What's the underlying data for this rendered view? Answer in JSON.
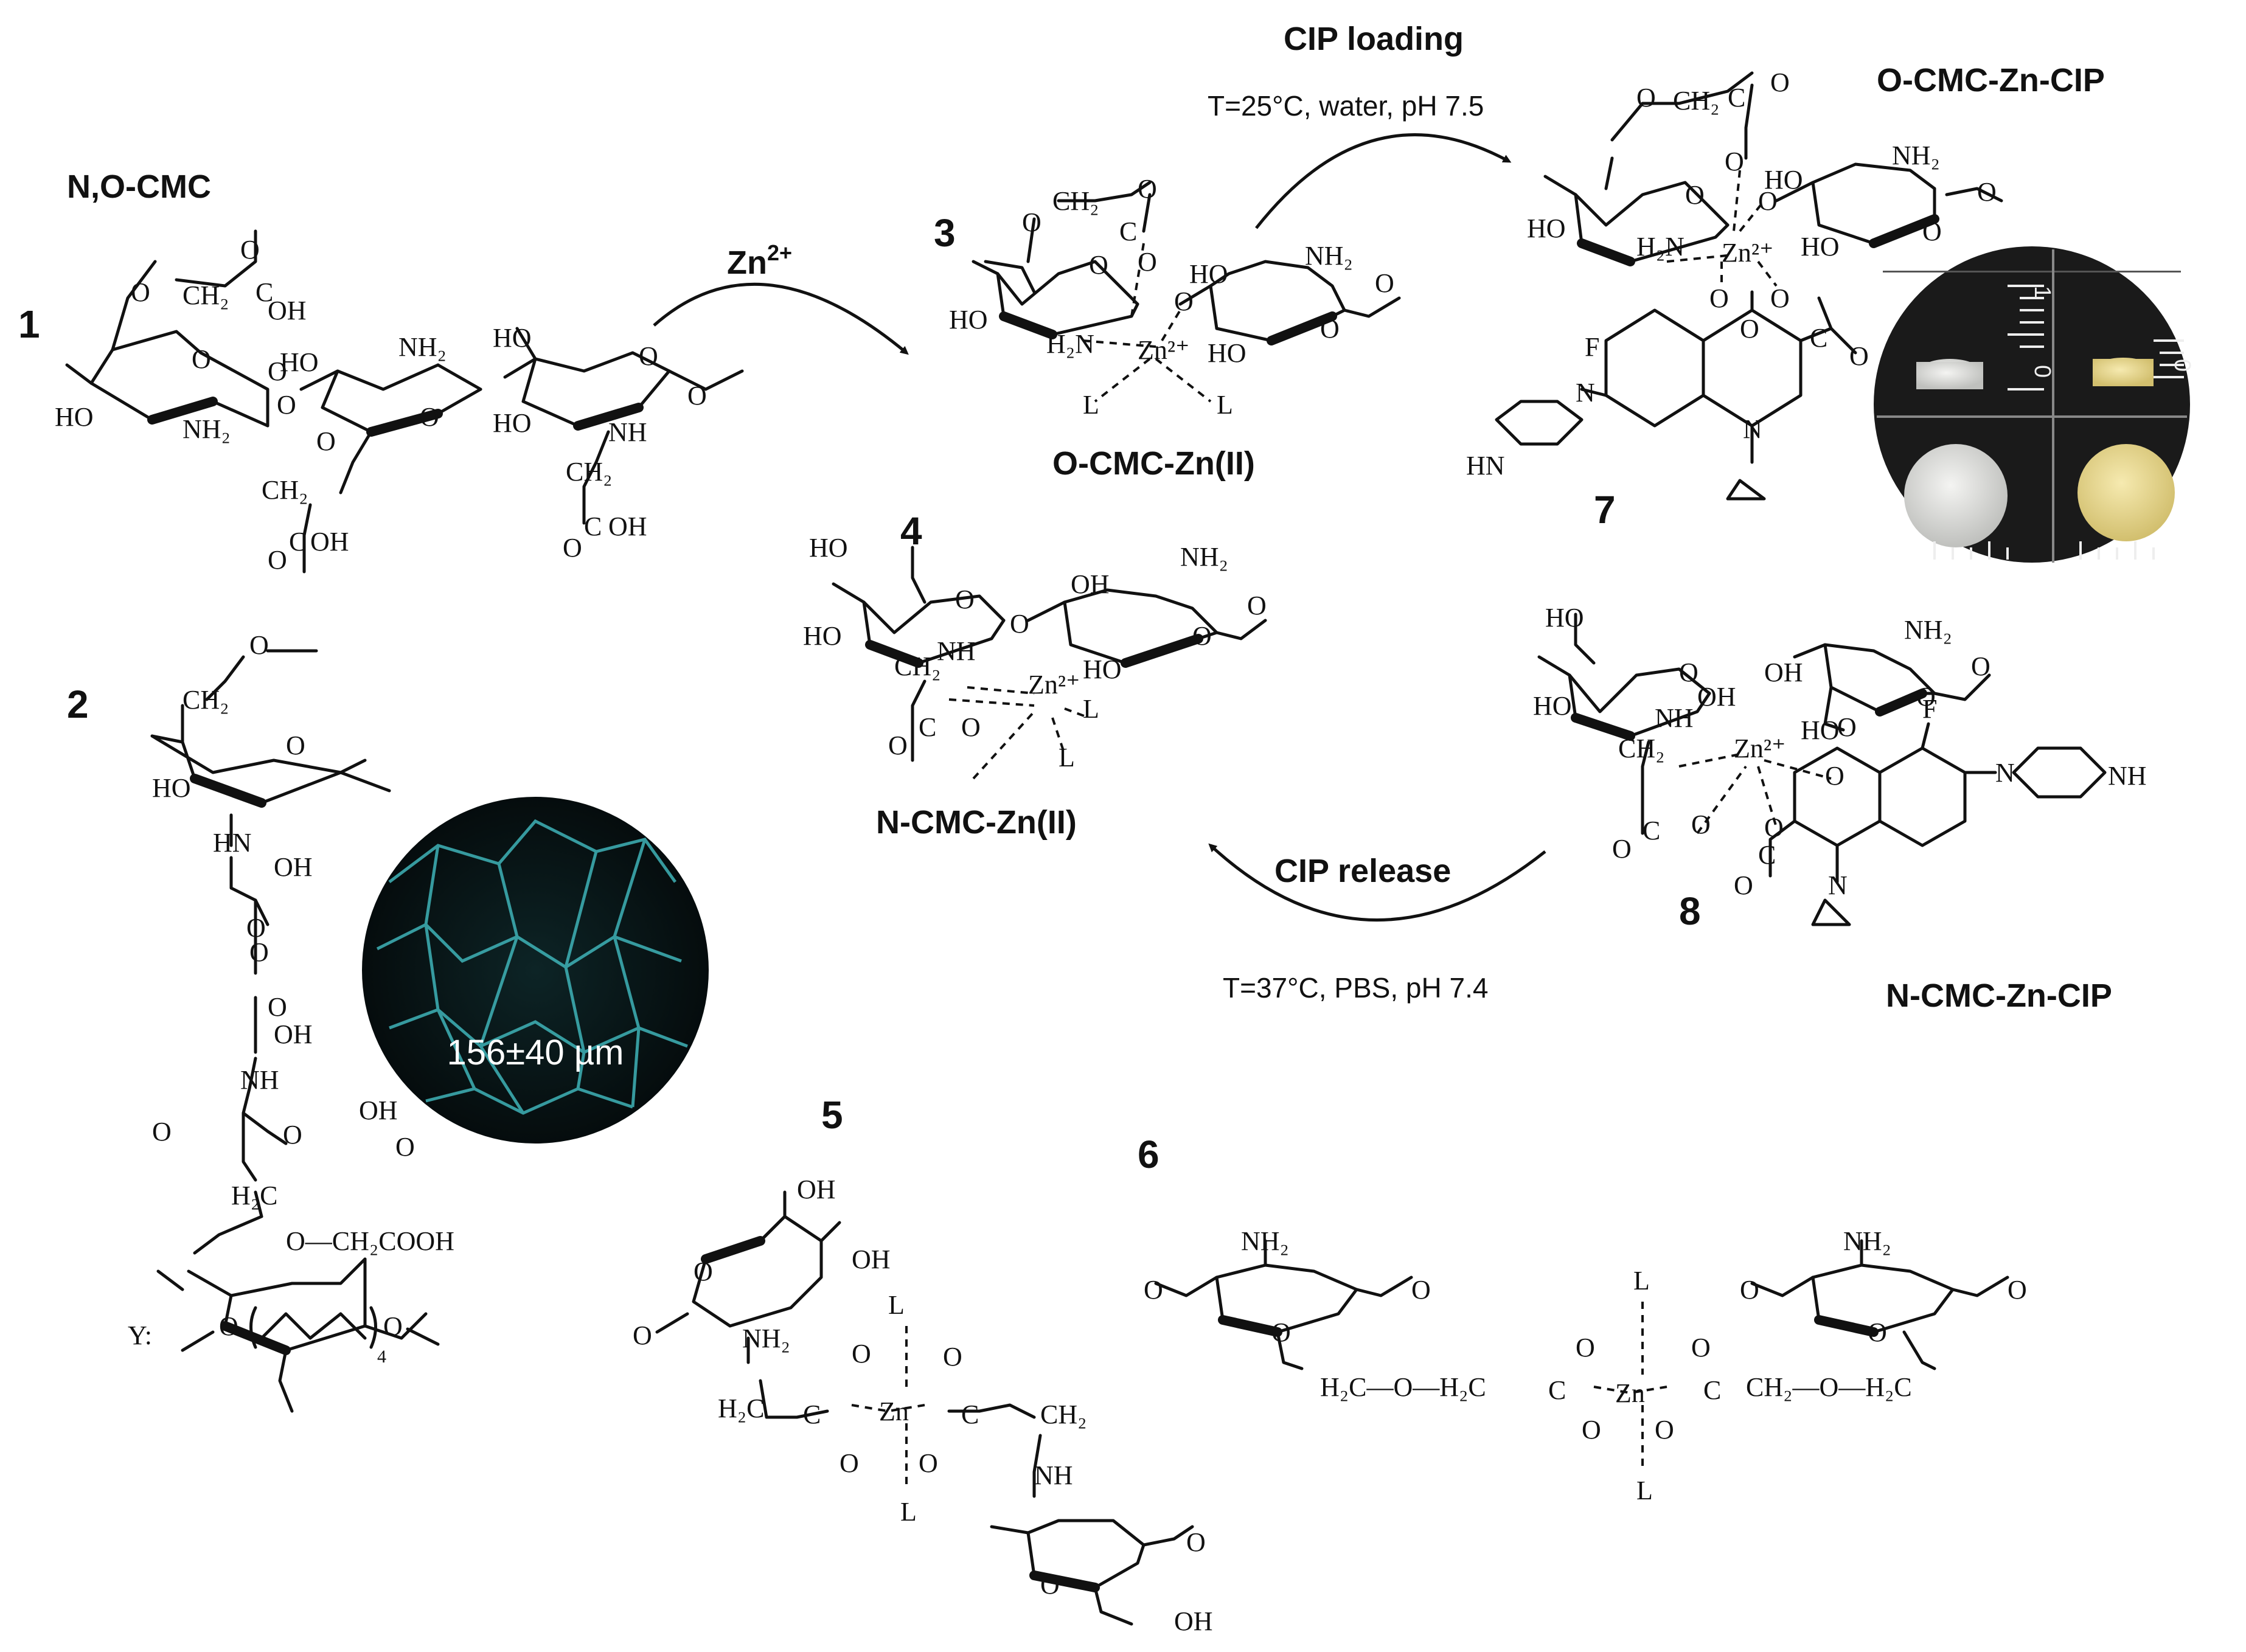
{
  "compounds": {
    "c1": {
      "number": "1",
      "name": "N,O-CMC"
    },
    "c2": {
      "number": "2",
      "y_label": "Y:",
      "y_subscript": "4"
    },
    "c3": {
      "number": "3",
      "name": "O-CMC-Zn(II)"
    },
    "c4": {
      "number": "4",
      "name": "N-CMC-Zn(II)"
    },
    "c5": {
      "number": "5"
    },
    "c6": {
      "number": "6"
    },
    "c7": {
      "number": "7",
      "name": "O-CMC-Zn-CIP"
    },
    "c8": {
      "number": "8",
      "name": "N-CMC-Zn-CIP"
    }
  },
  "arrows": {
    "zn": {
      "label": "Zn",
      "superscript": "2+"
    },
    "loading": {
      "label": "CIP loading",
      "conditions": "T=25°C, water, pH 7.5"
    },
    "release": {
      "label": "CIP release",
      "conditions": "T=37°C, PBS, pH 7.4"
    }
  },
  "micrograph": {
    "pore_size": "156±40 µm",
    "tint": "#3fb3b8"
  },
  "photos": {
    "ruler_marks": [
      "1",
      "0",
      "0"
    ]
  },
  "atoms": {
    "OH": "OH",
    "HO": "HO",
    "O": "O",
    "NH": "NH",
    "NH2": "NH₂",
    "H2N": "H₂N",
    "CH2": "CH₂",
    "H2C": "H₂C",
    "C": "C",
    "F": "F",
    "N": "N",
    "HN": "HN",
    "L": "L",
    "Zn2": "Zn²⁺",
    "Zn": "Zn",
    "COOH": "O—CH₂COOH",
    "OCH2": "O—CH₂",
    "H2CO": "H₂C—O—H₂C",
    "CH2O": "CH₂—O—H₂C",
    "NHr": "NH"
  }
}
